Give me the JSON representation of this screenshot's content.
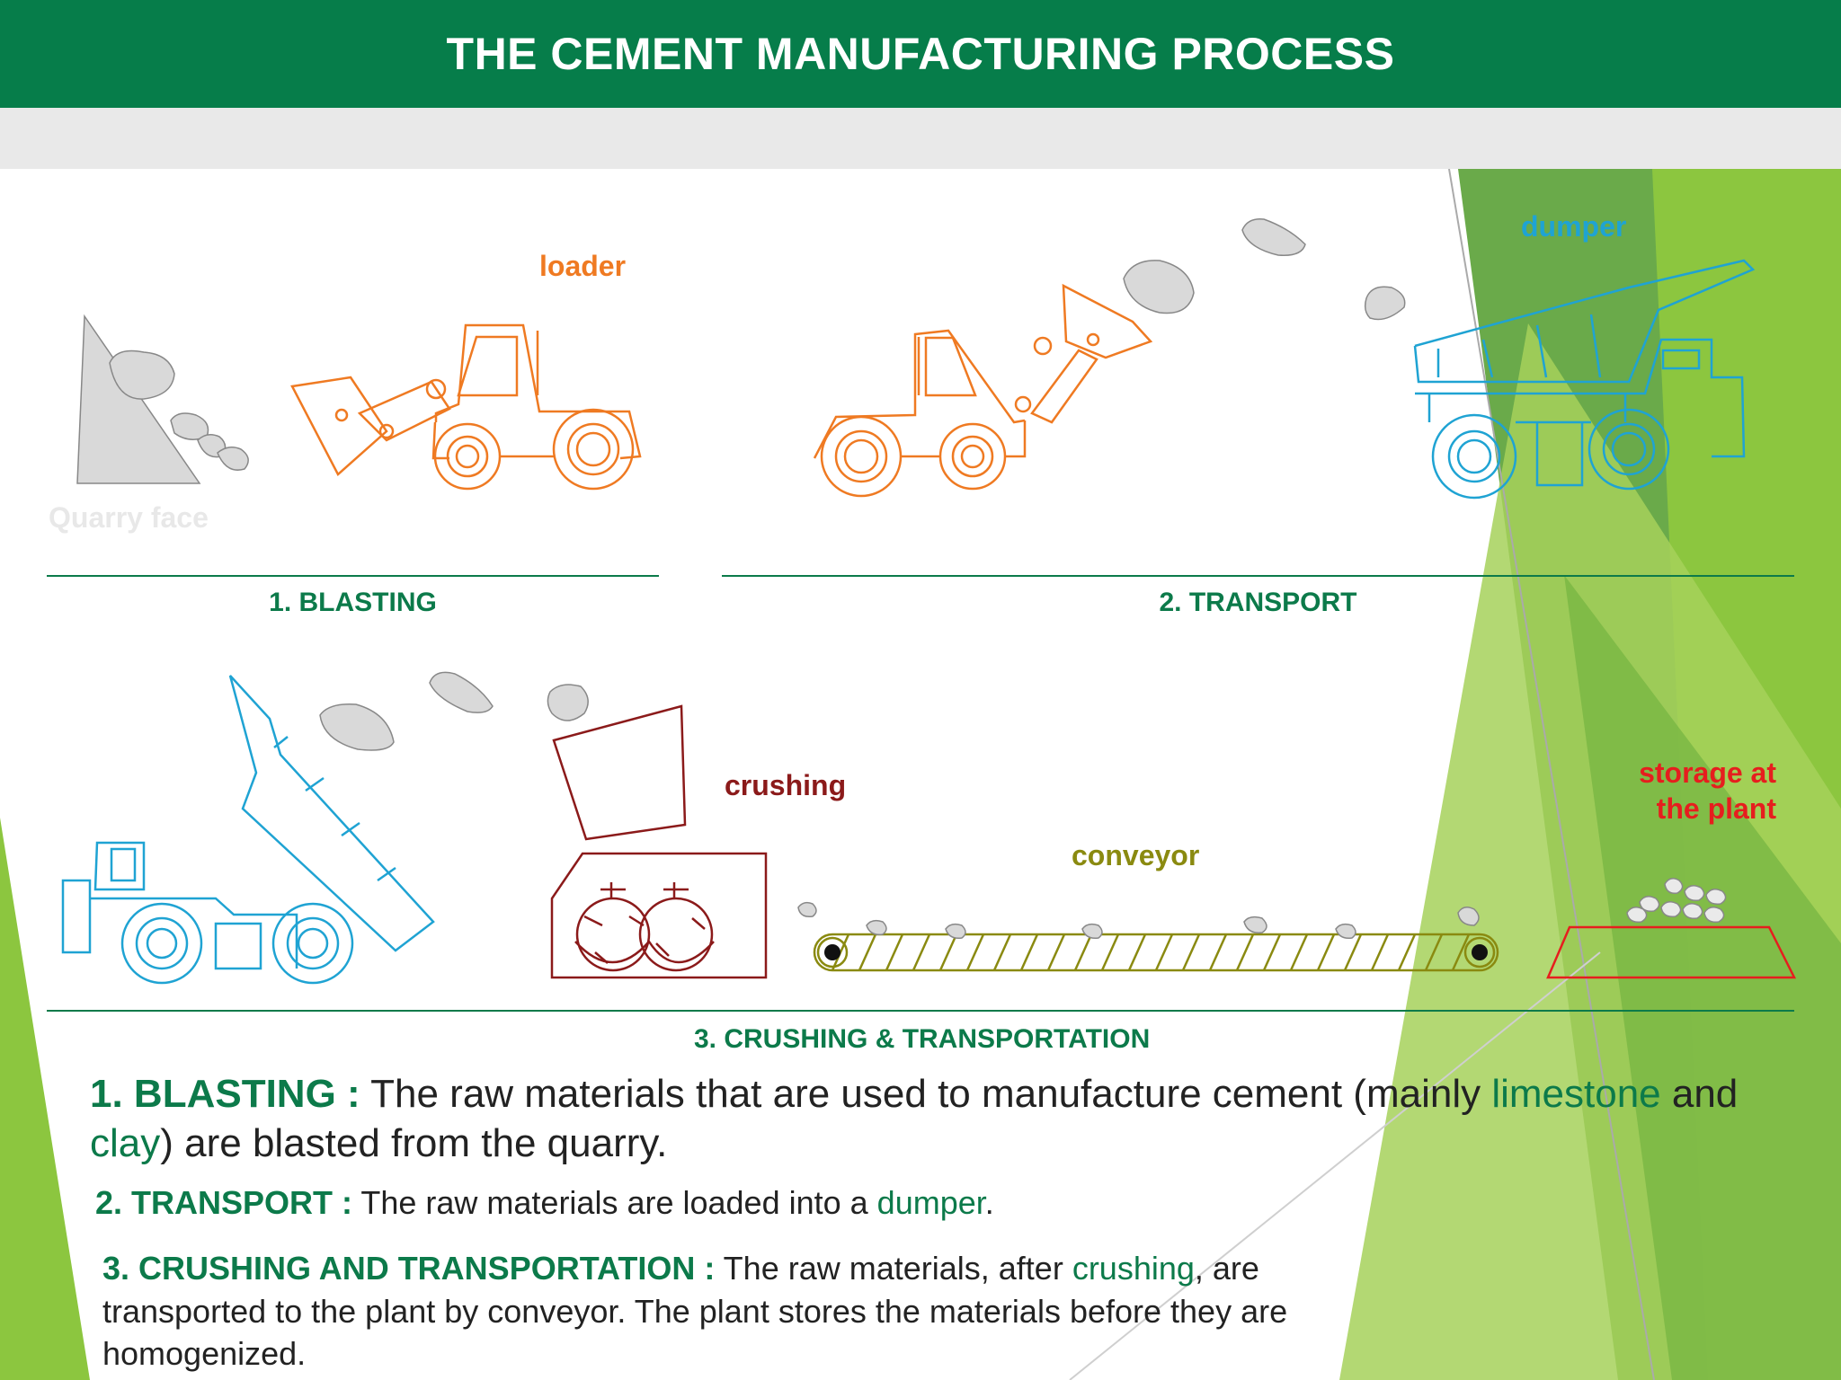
{
  "title": "THE CEMENT MANUFACTURING PROCESS",
  "colors": {
    "header": "#067d4a",
    "accent_green": "#0c7a4a",
    "loader": "#ef7a22",
    "dumper": "#1fa3d3",
    "crushing": "#8b1a1a",
    "conveyor": "#8a8a10",
    "storage": "#e61e1e",
    "rock": "#d9d9d9"
  },
  "labels": {
    "quarry_face": "Quarry face",
    "loader": "loader",
    "dumper": "dumper",
    "crushing": "crushing",
    "conveyor": "conveyor",
    "storage_line1": "storage at",
    "storage_line2": "the plant"
  },
  "stages": {
    "blasting": "1. BLASTING",
    "transport": "2. TRANSPORT",
    "crushing": "3. CRUSHING & TRANSPORTATION"
  },
  "descriptions": {
    "d1": {
      "key": "1. BLASTING :",
      "t1": " The raw materials that are used to manufacture cement (mainly ",
      "limestone": "limestone",
      "t2": " and ",
      "clay": "clay",
      "t3": ") are blasted from the quarry."
    },
    "d2": {
      "key": "2. TRANSPORT :",
      "t1": " The raw materials are loaded into a ",
      "dumper": "dumper",
      "t2": "."
    },
    "d3": {
      "key": "3. CRUSHING AND TRANSPORTATION :",
      "t1": " The raw  materials, after ",
      "crushing": "crushing",
      "t2": ", are transported to the plant by conveyor. The plant stores the materials before they are homogenized."
    }
  }
}
